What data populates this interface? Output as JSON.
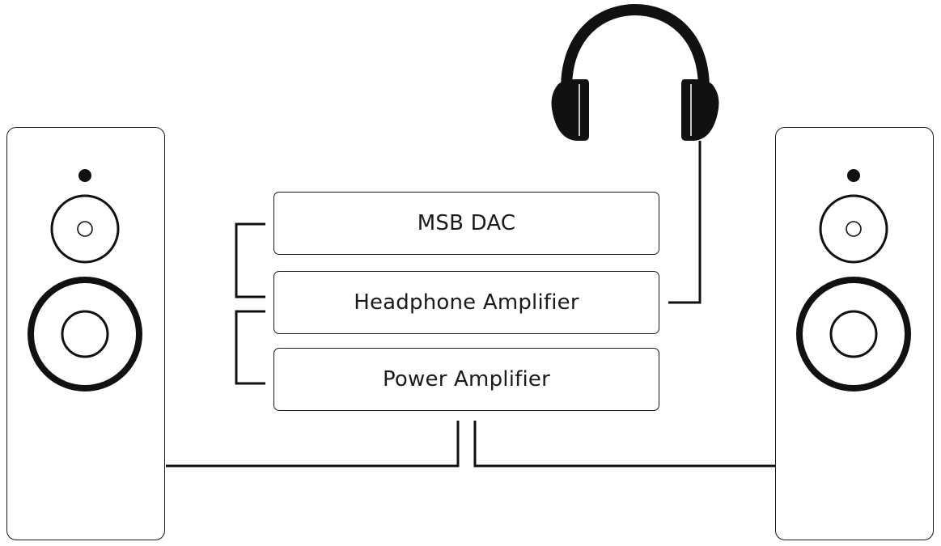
{
  "components": {
    "dac_label": "MSB DAC",
    "headphone_amp_label": "Headphone Amplifier",
    "power_amp_label": "Power Amplifier"
  },
  "icons": {
    "headphones": "headphones-icon",
    "speaker_left": "speaker-icon",
    "speaker_right": "speaker-icon"
  },
  "colors": {
    "line": "#1a1a1a",
    "background": "#ffffff"
  }
}
